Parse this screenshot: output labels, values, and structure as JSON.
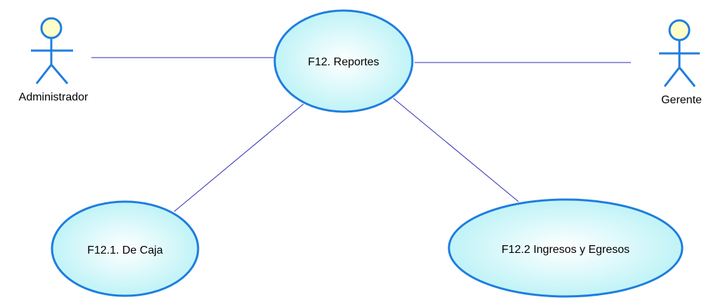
{
  "actors": {
    "admin": {
      "name": "Administrador"
    },
    "gerente": {
      "name": "Gerente"
    }
  },
  "use_cases": {
    "reportes": {
      "name": "F12. Reportes"
    },
    "caja": {
      "name": "F12.1. De Caja"
    },
    "ingresos": {
      "name": "F12.2 Ingresos y Egresos"
    }
  },
  "colors": {
    "usecase_outline": "#1f7de0",
    "usecase_fill_center": "#ffffff",
    "usecase_fill_edge": "#b9f2f6",
    "actor_head_fill": "#fffec8",
    "association_line": "#2b2bb5"
  }
}
